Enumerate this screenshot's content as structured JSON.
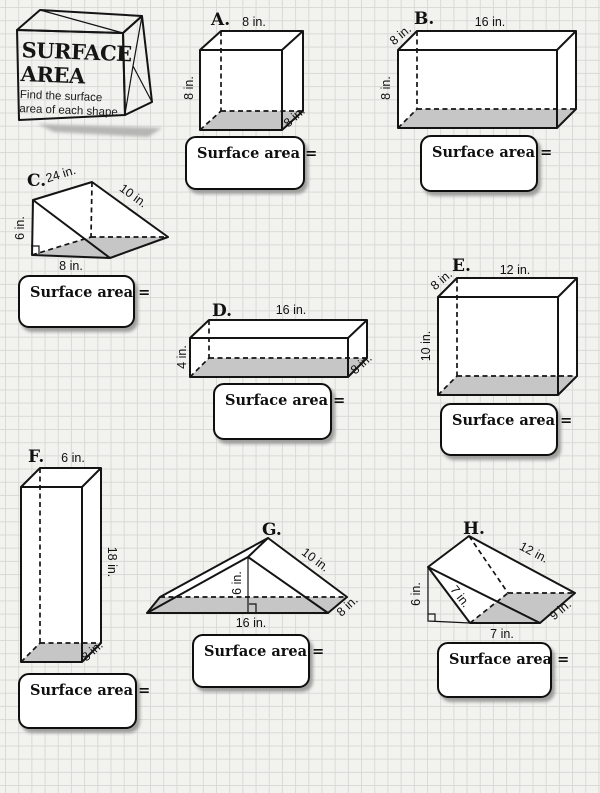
{
  "colors": {
    "background": "#f2f2ef",
    "grid_line": "#d9d9d6",
    "shape_line": "#141414",
    "bottom_face_shade": "#c6c6c6"
  },
  "title_box": {
    "line1": "SURFACE",
    "line2": "AREA",
    "subtitle_line1": "Find the surface",
    "subtitle_line2": "area of each shape."
  },
  "answer_label": "Surface area =",
  "problems": [
    {
      "letter": "A.",
      "shape": "cube",
      "dims": {
        "top": "8 in.",
        "side": "8 in.",
        "depth": "8 in."
      }
    },
    {
      "letter": "B.",
      "shape": "rectangular-prism",
      "dims": {
        "top": "16 in.",
        "depth": "8 in.",
        "side": "8 in."
      }
    },
    {
      "letter": "C.",
      "shape": "triangular-prism",
      "dims": {
        "ridge": "24 in.",
        "slope": "10 in.",
        "height": "6 in.",
        "base": "8 in."
      }
    },
    {
      "letter": "D.",
      "shape": "rectangular-prism",
      "dims": {
        "top": "16 in.",
        "side": "4 in.",
        "depth": "8 in."
      }
    },
    {
      "letter": "E.",
      "shape": "rectangular-prism",
      "dims": {
        "top": "12 in.",
        "depth": "8 in.",
        "side": "10 in."
      }
    },
    {
      "letter": "F.",
      "shape": "rectangular-prism",
      "dims": {
        "top": "6 in.",
        "side": "18 in.",
        "depth": "8 in."
      }
    },
    {
      "letter": "G.",
      "shape": "triangular-prism",
      "dims": {
        "slope": "10 in.",
        "height": "6 in.",
        "base": "16 in.",
        "depth": "8 in."
      }
    },
    {
      "letter": "H.",
      "shape": "triangular-prism",
      "dims": {
        "slope": "12 in.",
        "height": "6 in.",
        "slant": "7 in.",
        "base": "7 in.",
        "depth": "9 in."
      }
    }
  ]
}
